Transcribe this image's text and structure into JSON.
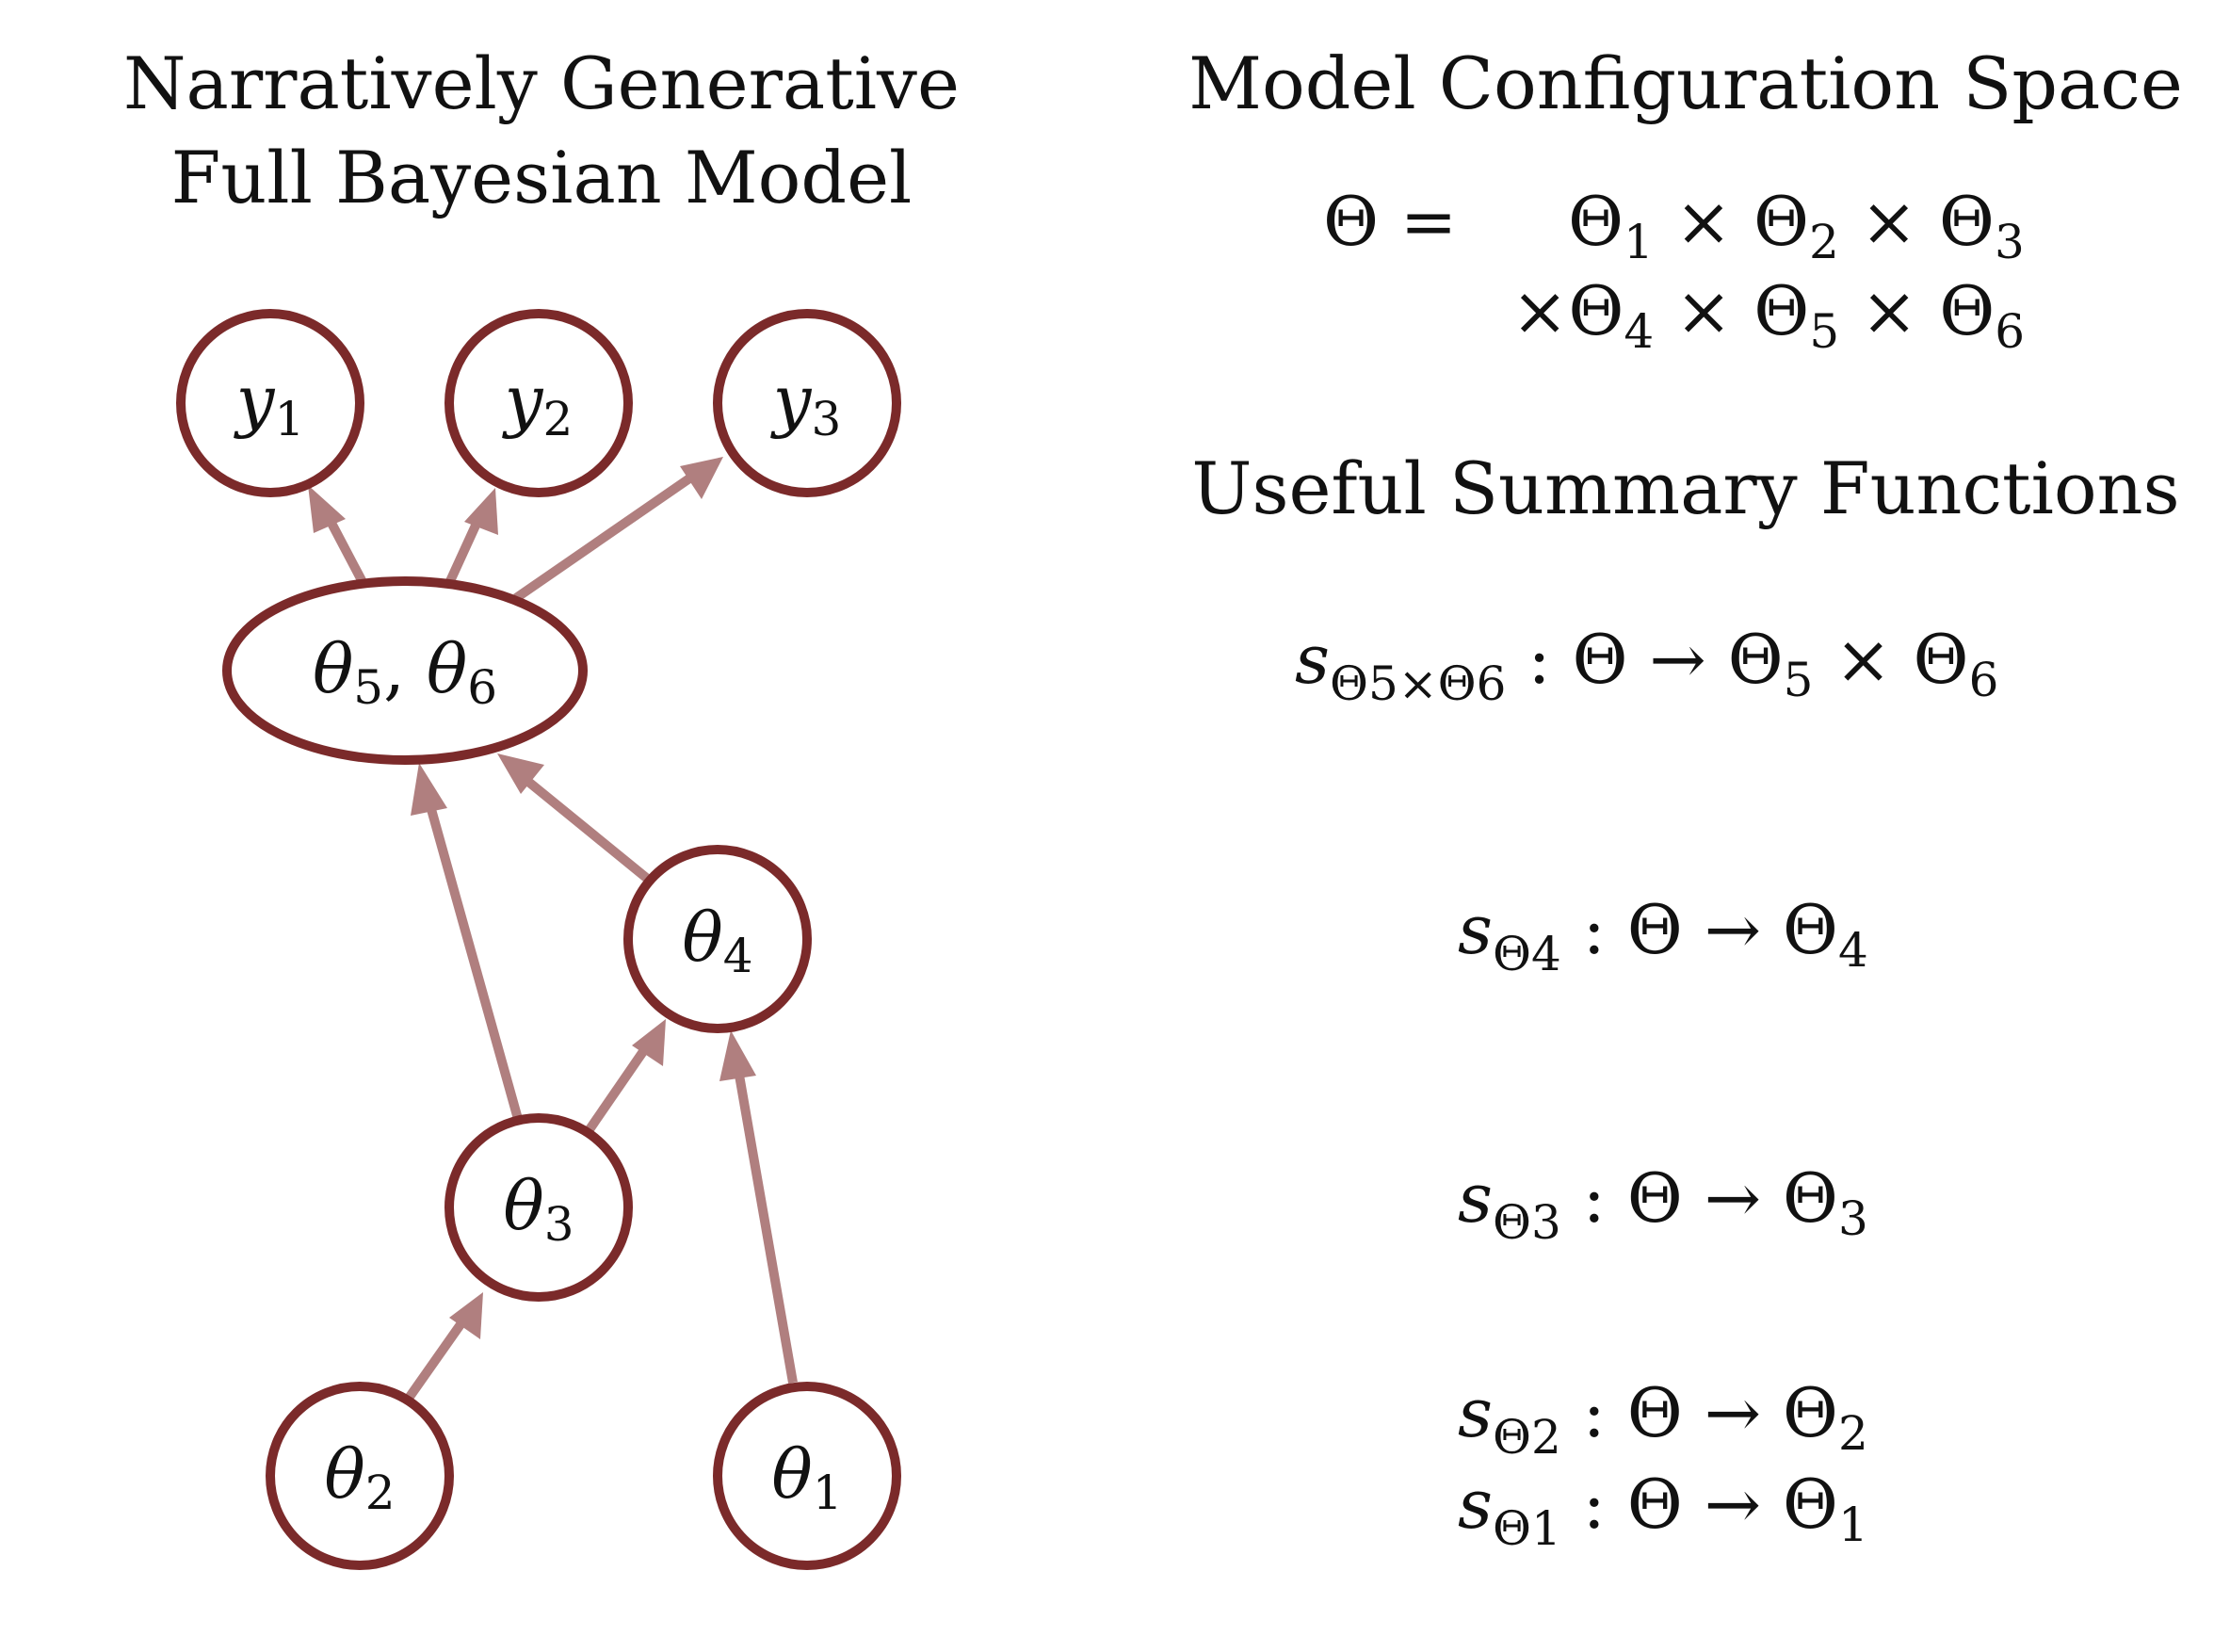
{
  "left_title": {
    "line1": "Narratively Generative",
    "line2": "Full Bayesian Model"
  },
  "right_title": "Model Configuration Space",
  "summary_title": "Useful Summary Functions",
  "config_space": {
    "lhs": "Θ =",
    "row1": [
      "Θ",
      "1",
      " × Θ",
      "2",
      " × Θ",
      "3"
    ],
    "row2": [
      "×Θ",
      "4",
      " × Θ",
      "5",
      " × Θ",
      "6"
    ]
  },
  "nodes": {
    "y1": {
      "base": "y",
      "sub": "1"
    },
    "y2": {
      "base": "y",
      "sub": "2"
    },
    "y3": {
      "base": "y",
      "sub": "3"
    },
    "theta56": {
      "a": "θ",
      "a_sub": "5",
      "sep": ", ",
      "b": "θ",
      "b_sub": "6"
    },
    "theta4": {
      "base": "θ",
      "sub": "4"
    },
    "theta3": {
      "base": "θ",
      "sub": "3"
    },
    "theta2": {
      "base": "θ",
      "sub": "2"
    },
    "theta1": {
      "base": "θ",
      "sub": "1"
    }
  },
  "summaries": {
    "s56": {
      "s": "s",
      "sub": "Θ5×Θ6",
      "map": " : Θ → Θ",
      "m1": "5",
      "x": " × Θ",
      "m2": "6"
    },
    "s4": {
      "s": "s",
      "sub": "Θ4",
      "map": " : Θ → Θ",
      "m1": "4"
    },
    "s3": {
      "s": "s",
      "sub": "Θ3",
      "map": " : Θ → Θ",
      "m1": "3"
    },
    "s2": {
      "s": "s",
      "sub": "Θ2",
      "map": " : Θ → Θ",
      "m1": "2"
    },
    "s1": {
      "s": "s",
      "sub": "Θ1",
      "map": " : Θ → Θ",
      "m1": "1"
    }
  },
  "colors": {
    "node_stroke": "#7b2a2a",
    "edge": "#b07f7f",
    "text": "#111111"
  }
}
